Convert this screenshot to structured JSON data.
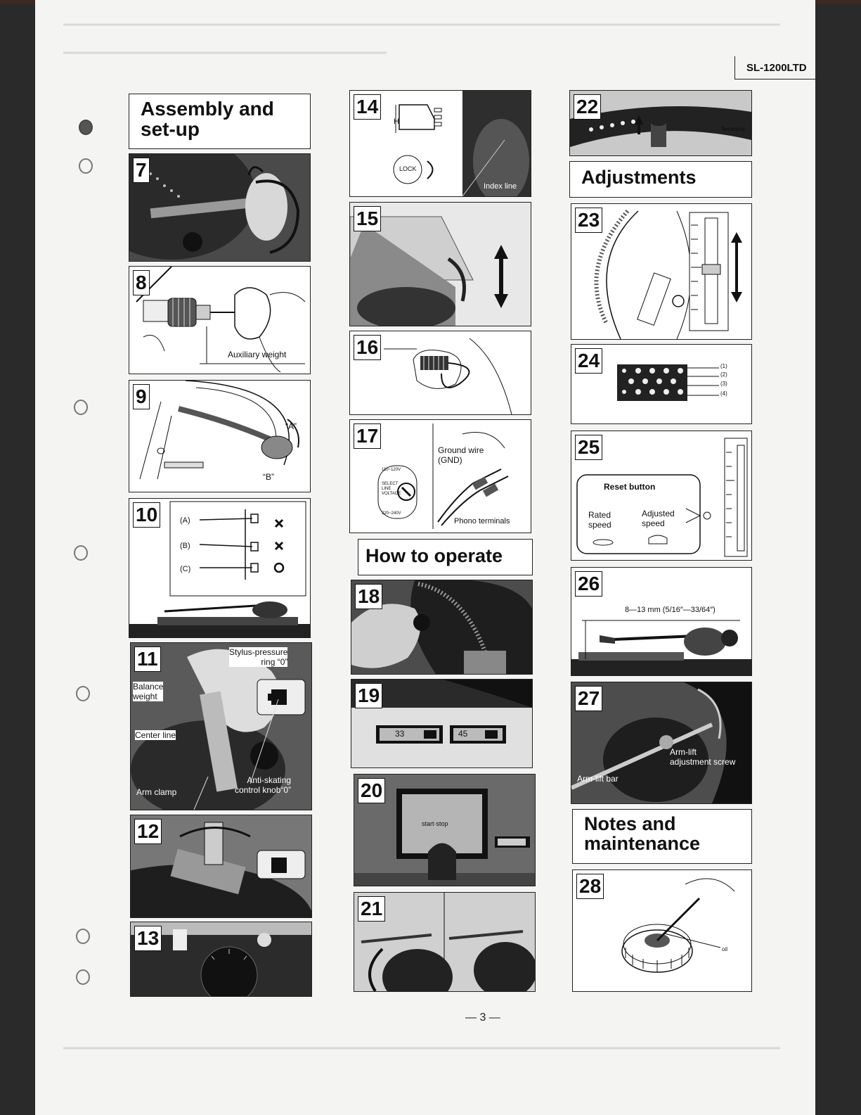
{
  "header": {
    "model": "SL-1200LTD"
  },
  "sections": {
    "assembly": "Assembly and\nset-up",
    "adjustments": "Adjustments",
    "operate": "How to operate",
    "notes": "Notes and\nmaintenance"
  },
  "figures": {
    "f7": "7",
    "f8": "8",
    "f9": "9",
    "f10": "10",
    "f11": "11",
    "f12": "12",
    "f13": "13",
    "f14": "14",
    "f15": "15",
    "f16": "16",
    "f17": "17",
    "f18": "18",
    "f19": "19",
    "f20": "20",
    "f21": "21",
    "f22": "22",
    "f23": "23",
    "f24": "24",
    "f25": "25",
    "f26": "26",
    "f27": "27",
    "f28": "28"
  },
  "labels": {
    "aux_weight": "Auxiliary weight",
    "a_mark": "“A”",
    "b_mark": "“B”",
    "opt_a": "(A)",
    "opt_b": "(B)",
    "opt_c": "(C)",
    "stylus_pressure": "Stylus-pressure\nring “0”",
    "balance_weight": "Balance\nweight",
    "center_line": "Center line",
    "arm_clamp": "Arm clamp",
    "anti_skating": "Anti-skating\ncontrol knob“0”",
    "index_line": "Index line",
    "ground_wire": "Ground wire\n(GND)",
    "phono_terminals": "Phono terminals",
    "voltage_top": "110~120V",
    "voltage_mid": "SELECT\nLINE\nVOLTAGE",
    "voltage_bot": "220~240V",
    "speed_33": "33",
    "speed_45": "45",
    "start_stop": "start·stop",
    "strobe_1": "(1)",
    "strobe_2": "(2)",
    "strobe_3": "(3)",
    "strobe_4": "(4)",
    "reset_button": "Reset button",
    "rated_speed": "Rated\nspeed",
    "adjusted_speed": "Adjusted\nspeed",
    "height_range": "8—13 mm (5/16″—33/64″)",
    "arm_lift_screw": "Arm-lift\nadjustment screw",
    "arm_lift_bar": "Arm-lift bar",
    "oil": "oil",
    "technics": "Technics",
    "lock": "LOCK",
    "h_mark": "H"
  },
  "footer": {
    "page": "— 3 —"
  }
}
